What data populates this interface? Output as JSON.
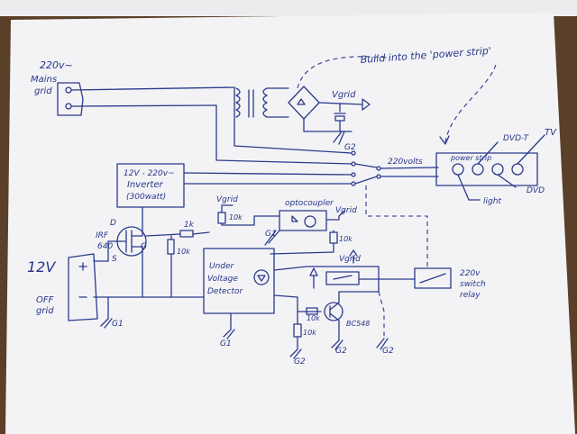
{
  "colors": {
    "ink": "#2a3a8c",
    "paper": "#f2f2f4",
    "desk": "#5a4028"
  },
  "labels": {
    "mains": "220v~",
    "mains2": "Mains",
    "mains3": "grid",
    "vgrid_top": "Vgrid",
    "g2_top": "G2",
    "build_note": "Build into the 'power strip'",
    "inverter1": "12V - 220v~",
    "inverter2": "Inverter",
    "inverter3": "(300watt)",
    "label_220v": "220volts",
    "power_strip": "power strip",
    "dvd_t": "DVD-T",
    "tv": "TV",
    "light": "light",
    "dvd": "DVD",
    "vgrid_opto": "Vgrid",
    "res_10k_a": "10k",
    "opto": "optocoupler",
    "vgrid_opto2": "Vgrid",
    "res_1k": "1k",
    "res_10k_b": "10k",
    "res_10k_c": "10k",
    "irf1": "IRF",
    "irf2": "640",
    "pin_d": "D",
    "pin_g": "G",
    "pin_s": "S",
    "v12": "12V",
    "offgrid1": "OFF",
    "offgrid2": "grid",
    "plus": "+",
    "minus": "−",
    "g1_left": "G1",
    "g1_opto": "G1",
    "uv1": "Under",
    "uv2": "Voltage",
    "uv3": "Detector",
    "g1_bottom": "G1",
    "vgrid_relay": "Vgrid",
    "relay_note": "220v",
    "relay_a": "220v",
    "relay_b": "switch",
    "relay_c": "relay",
    "res_10k_d": "10k",
    "transistor": "BC548",
    "g2_bottom1": "G2",
    "g2_bottom2": "G2",
    "g2_bottom3": "G2",
    "res_10k_e": "10k"
  }
}
